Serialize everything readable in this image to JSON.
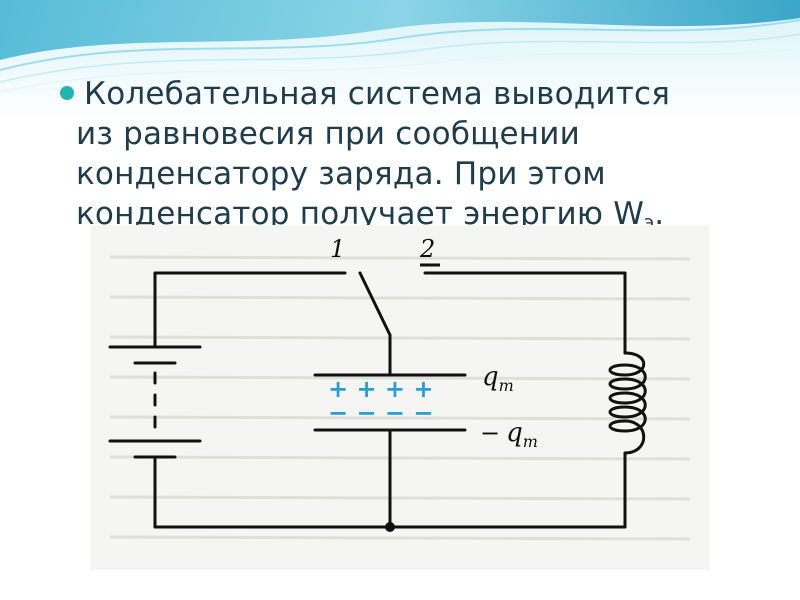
{
  "slide": {
    "text_lines": [
      "Колебательная система выводится",
      "из равновесия при сообщении",
      "конденсатору заряда. При этом",
      "конденсатор получает энергию W"
    ],
    "energy_subscript": "э",
    "energy_trail": "."
  },
  "figure": {
    "switch_label_1": "1",
    "switch_label_2": "2",
    "plus_signs": "+ + + +",
    "minus_signs": "− − − −",
    "charge_top": "q",
    "charge_top_sub": "m",
    "charge_bottom_prefix": "−",
    "charge_bottom": "q",
    "charge_bottom_sub": "m"
  },
  "colors": {
    "bullet": "#1fb6b2",
    "text": "#1f3c4c",
    "wave_dark": "#2aa7c9",
    "wave_light": "#bfe9f3",
    "signs": "#2a9fd6"
  }
}
